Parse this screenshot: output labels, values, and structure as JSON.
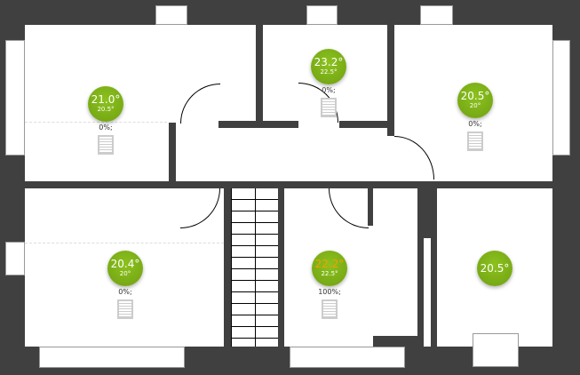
{
  "rooms": [
    {
      "name": "room-top-left",
      "temp": "21.0°",
      "setpoint": "20.5°",
      "valve": "0%;"
    },
    {
      "name": "room-top-middle",
      "temp": "23.2°",
      "setpoint": "22.5°",
      "valve": "0%;"
    },
    {
      "name": "room-top-right",
      "temp": "20.5°",
      "setpoint": "20°",
      "valve": "0%;"
    },
    {
      "name": "room-bottom-left",
      "temp": "20.4°",
      "setpoint": "20°",
      "valve": "0%;"
    },
    {
      "name": "room-bottom-middle",
      "temp": "22.2°",
      "setpoint": "22.5°",
      "valve": "100%;"
    },
    {
      "name": "room-bottom-right",
      "temp": "20.5°"
    }
  ],
  "colors": {
    "bubble": "#7ab317",
    "wall": "#404040",
    "heating_temp": "#f5a000"
  }
}
